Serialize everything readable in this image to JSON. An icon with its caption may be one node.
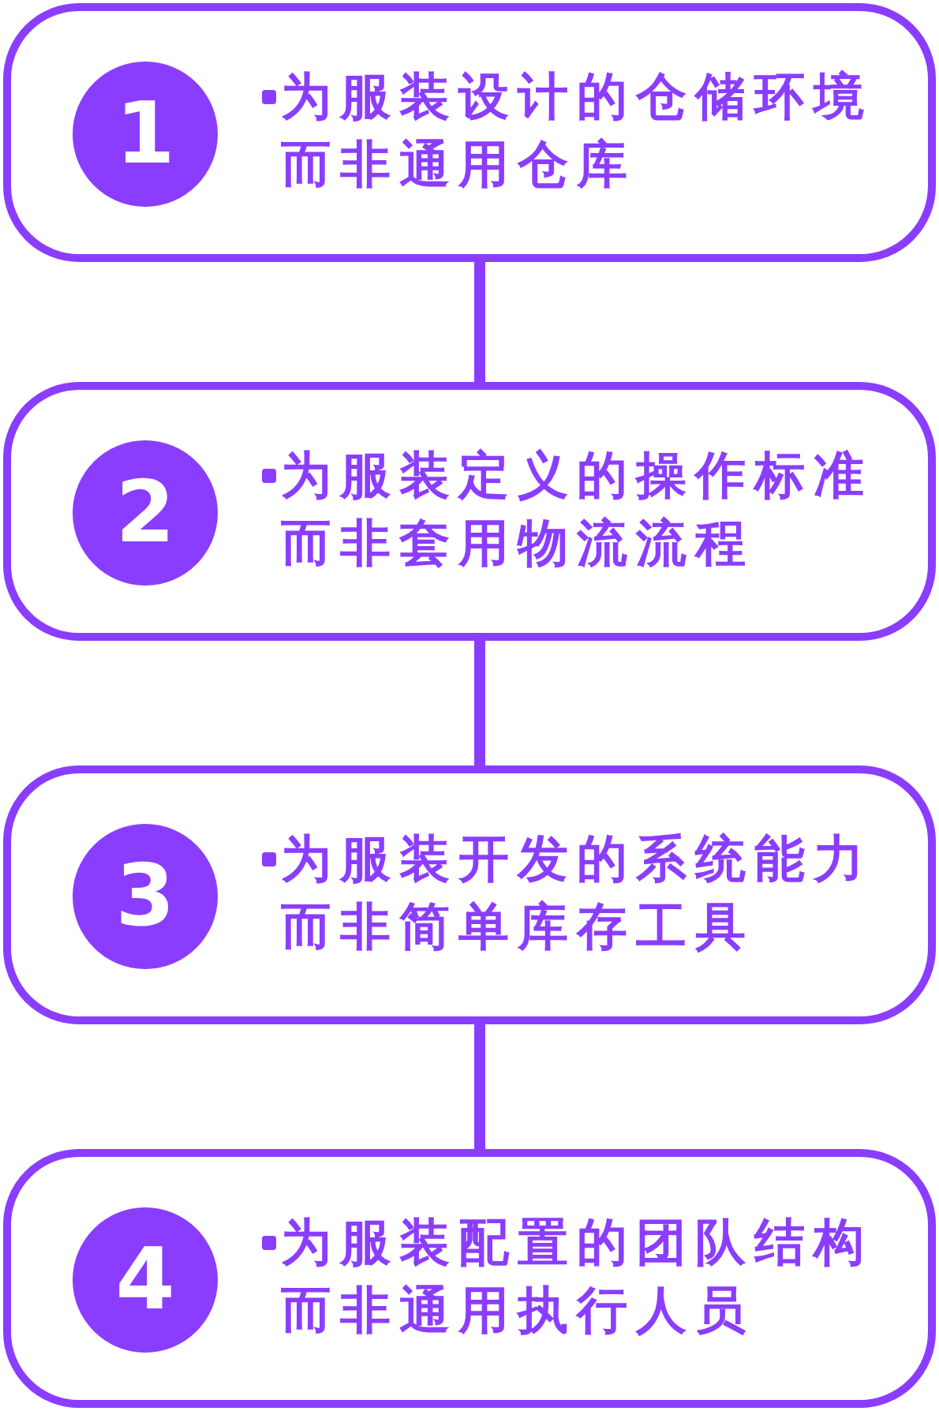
{
  "diagram": {
    "nodes": [
      {
        "text": [
          "为服装设计的仓储环境而非通用仓库"
        ]
      },
      {
        "text": [
          "1"
        ],
        "in": 0
      },
      {
        "text": [
          "为服装定义的操作标准而非套用物流流程"
        ]
      },
      {
        "text": [
          "2"
        ],
        "in": 2
      },
      {
        "text": [
          "为服装开发的系统能力而非简单库存工具"
        ]
      },
      {
        "text": [
          "3"
        ],
        "in": 4
      },
      {
        "text": [
          "为服装配置的团队结构而非通用执行人员"
        ]
      },
      {
        "text": [
          "4"
        ],
        "in": 6
      }
    ],
    "edges": [
      {
        "from": 0,
        "to": 2,
        "arrow": "none"
      },
      {
        "from": 2,
        "to": 4,
        "arrow": "none"
      },
      {
        "from": 4,
        "to": 6,
        "arrow": "none"
      }
    ]
  }
}
